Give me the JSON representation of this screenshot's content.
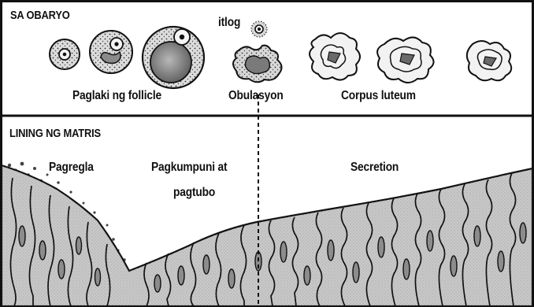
{
  "ovary": {
    "title": "SA OBARYO",
    "egg_label": "itlog",
    "follicle_label": "Paglaki ng follicle",
    "ovulation_label": "Obulasyon",
    "corpus_label": "Corpus luteum"
  },
  "uterus": {
    "title": "LINING NG MATRIS",
    "menstruation_label": "Pagregla",
    "repair_label_line1": "Pagkumpuni at",
    "repair_label_line2": "pagtubo",
    "secretion_label": "Secretion"
  },
  "colors": {
    "tissue": "#c9c9c9",
    "ink": "#111111",
    "cell_fill": "#d6d6d6",
    "corpus_fill": "#f2f2f2",
    "dark_core": "#6a6a6a",
    "background": "#ffffff"
  }
}
